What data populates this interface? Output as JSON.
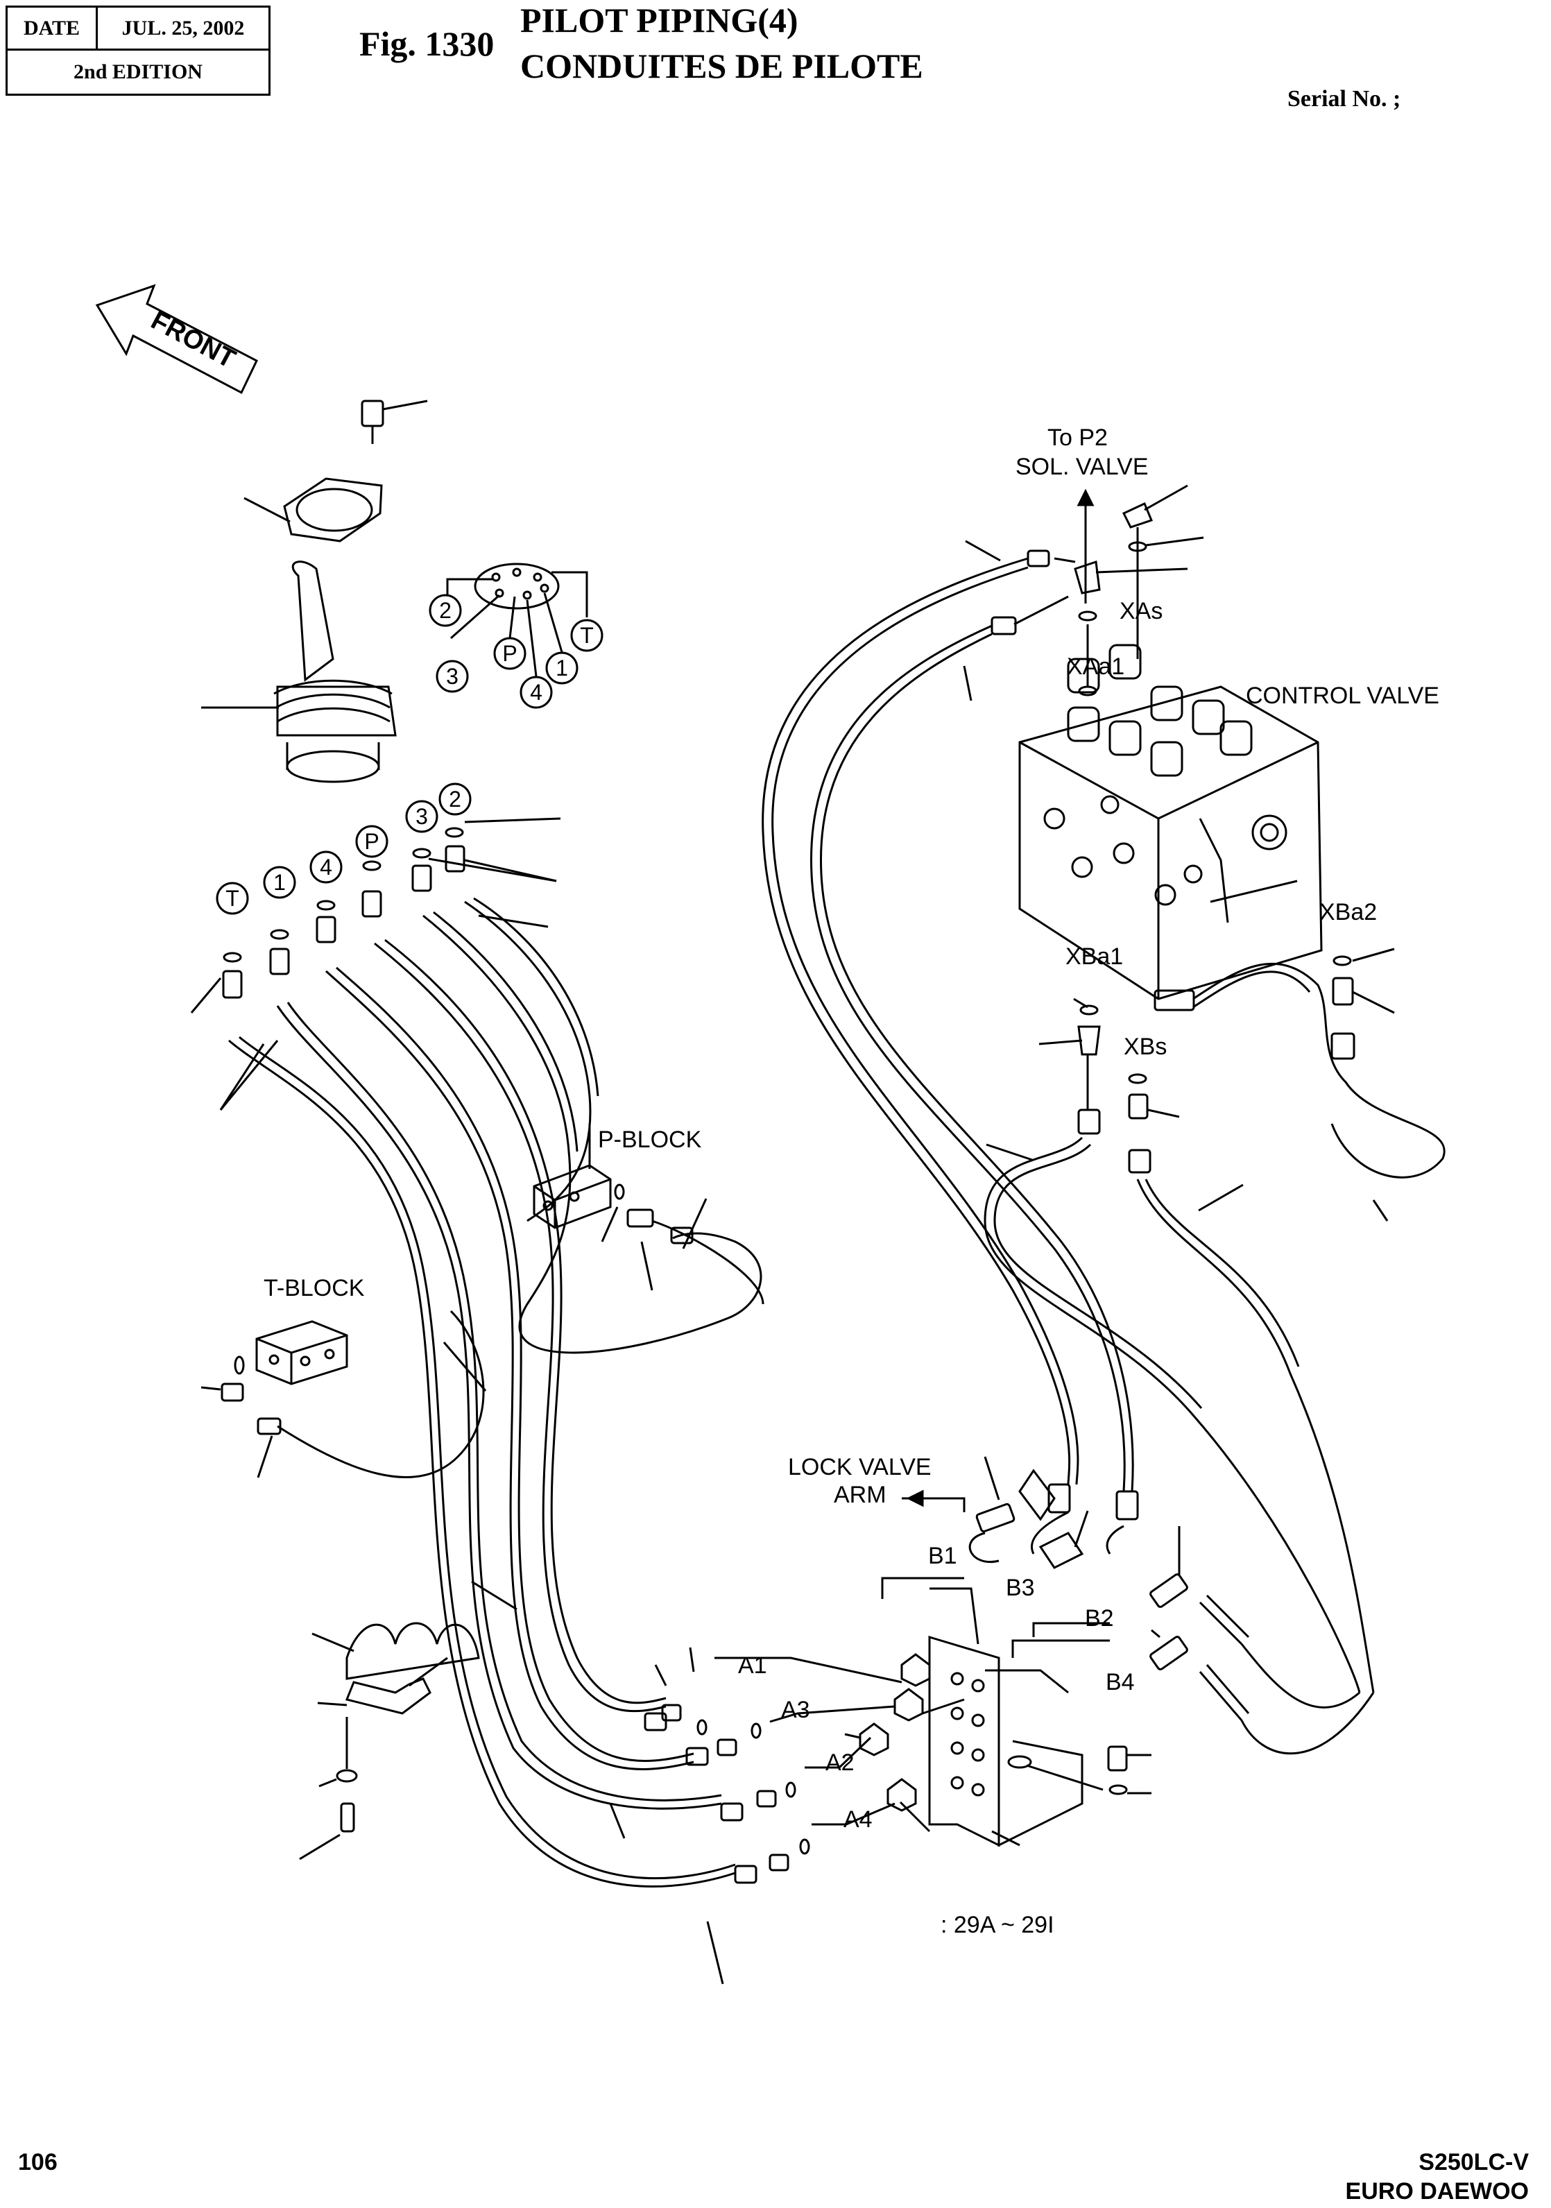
{
  "header": {
    "date_label": "DATE",
    "date_value": "JUL. 25, 2002",
    "edition": "2nd  EDITION"
  },
  "figure": {
    "number": "Fig. 1330",
    "title_en": "PILOT PIPING(4)",
    "title_fr": "CONDUITES DE PILOTE",
    "serial": "Serial No. ;"
  },
  "labels": {
    "front": "FRONT",
    "to_p2_line1": "To P2",
    "to_p2_line2": "SOL. VALVE",
    "xas": "XAs",
    "xaa1": "XAa1",
    "control_valve": "CONTROL VALVE",
    "xba2": "XBa2",
    "xba1": "XBa1",
    "xbs": "XBs",
    "p_block": "P-BLOCK",
    "t_block": "T-BLOCK",
    "lock_valve_line1": "LOCK VALVE",
    "lock_valve_line2": "ARM",
    "b1": "B1",
    "b2": "B2",
    "b3": "B3",
    "b4": "B4",
    "a1": "A1",
    "a2": "A2",
    "a3": "A3",
    "a4": "A4",
    "range_note": ": 29A ~ 29I"
  },
  "port_markers": {
    "top": [
      "2",
      "3",
      "P",
      "4",
      "1",
      "T"
    ],
    "fittings": [
      "T",
      "1",
      "4",
      "P",
      "3",
      "2"
    ]
  },
  "footer": {
    "page": "106",
    "model": "S250LC-V",
    "brand": "EURO DAEWOO"
  }
}
